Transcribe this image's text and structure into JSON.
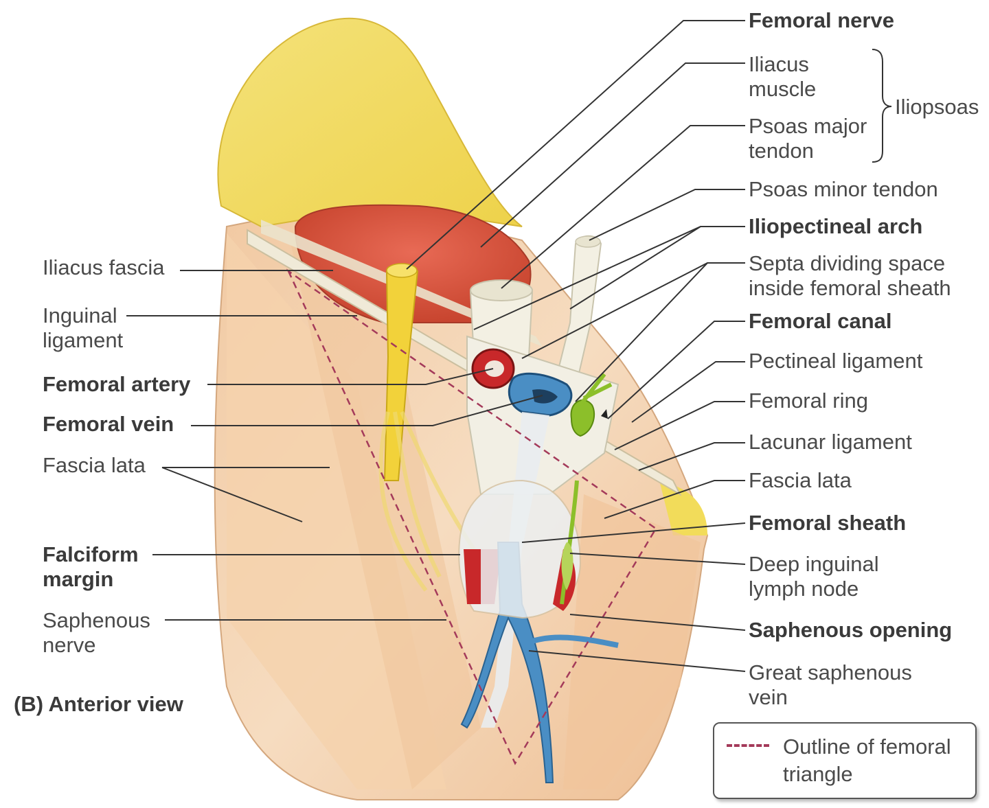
{
  "figure": {
    "view_label": "(B) Anterior view",
    "labels_right": {
      "femoral_nerve": "Femoral nerve",
      "iliacus_muscle": [
        "Iliacus",
        "muscle"
      ],
      "iliopsoas": "Iliopsoas",
      "psoas_major_tendon": [
        "Psoas major",
        "tendon"
      ],
      "psoas_minor_tendon": "Psoas minor tendon",
      "iliopectineal_arch": "Iliopectineal arch",
      "septa": [
        "Septa dividing space",
        "inside femoral sheath"
      ],
      "femoral_canal": "Femoral canal",
      "pectineal_ligament": "Pectineal ligament",
      "femoral_ring": "Femoral ring",
      "lacunar_ligament": "Lacunar ligament",
      "fascia_lata_right": "Fascia lata",
      "femoral_sheath": "Femoral sheath",
      "deep_inguinal_lymph_node": [
        "Deep inguinal",
        "lymph node"
      ],
      "saphenous_opening": "Saphenous opening",
      "great_saphenous_vein": [
        "Great saphenous",
        "vein"
      ]
    },
    "labels_left": {
      "iliacus_fascia": "Iliacus fascia",
      "inguinal_ligament": [
        "Inguinal",
        "ligament"
      ],
      "femoral_artery": "Femoral artery",
      "femoral_vein": "Femoral vein",
      "fascia_lata_left": "Fascia lata",
      "falciform_margin": [
        "Falciform",
        "margin"
      ],
      "saphenous_nerve": [
        "Saphenous",
        "nerve"
      ]
    },
    "legend": {
      "text": [
        "Outline of femoral",
        "triangle"
      ],
      "dash_color": "#a43a5a"
    },
    "colors": {
      "fat": "#f2dc5a",
      "muscle": "#d9584a",
      "skin": "#f3cfa8",
      "artery": "#c8282a",
      "vein": "#4a8ec4",
      "nerve": "#f2d23a",
      "lymph": "#8cbf2a"
    }
  }
}
